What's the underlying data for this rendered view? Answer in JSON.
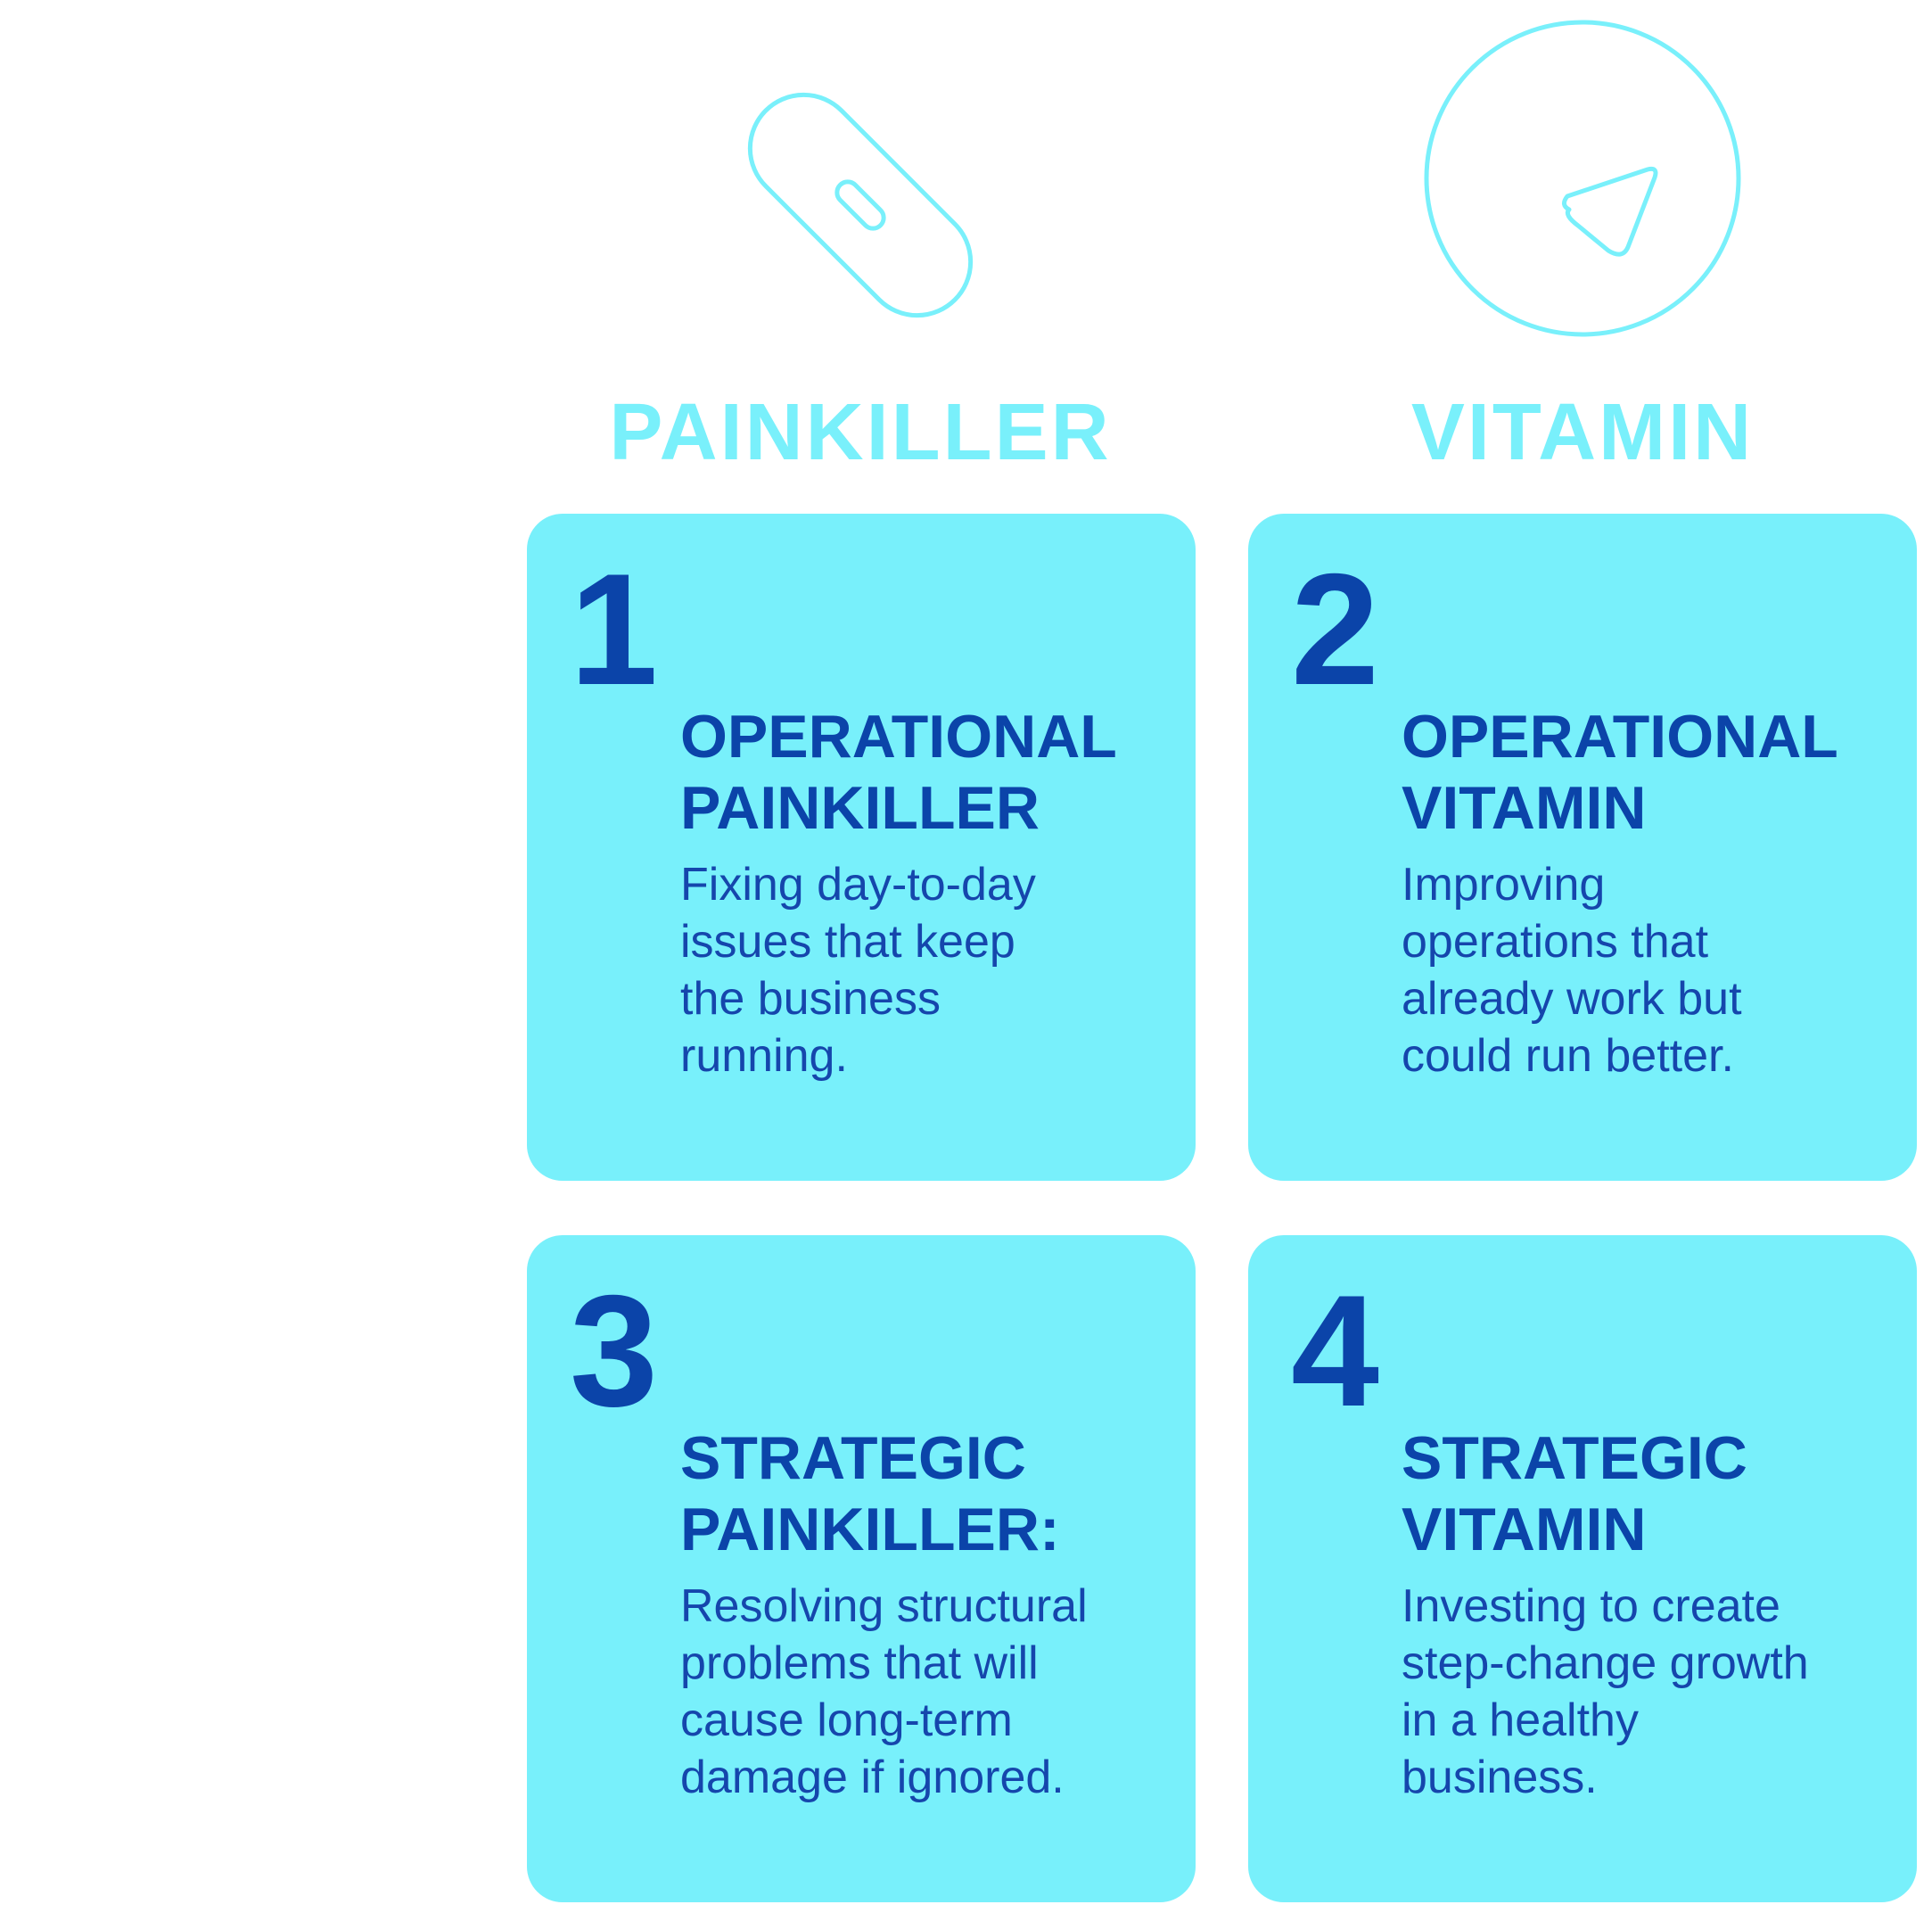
{
  "colors": {
    "accent_cyan": "#79f0fb",
    "card_background": "#78f0fb",
    "text_dark_blue": "#0b44a9",
    "background": "#ffffff"
  },
  "icons": {
    "painkiller": "pill-capsule-icon",
    "vitamin": "vitamin-tablet-icon"
  },
  "columns": {
    "painkiller": "PAINKILLER",
    "vitamin": "VITAMIN"
  },
  "cards": [
    {
      "number": "1",
      "title": "OPERATIONAL\nPAINKILLER",
      "description": "Fixing day-to-day\nissues that keep\nthe business\nrunning."
    },
    {
      "number": "2",
      "title": "OPERATIONAL\nVITAMIN",
      "description": "Improving\noperations that\nalready work but\ncould run better."
    },
    {
      "number": "3",
      "title": "STRATEGIC\nPAINKILLER:",
      "description": "Resolving structural\nproblems that will\ncause long-term\ndamage if ignored."
    },
    {
      "number": "4",
      "title": "STRATEGIC\nVITAMIN",
      "description": "Investing to create\nstep-change growth\nin a healthy\nbusiness."
    }
  ]
}
